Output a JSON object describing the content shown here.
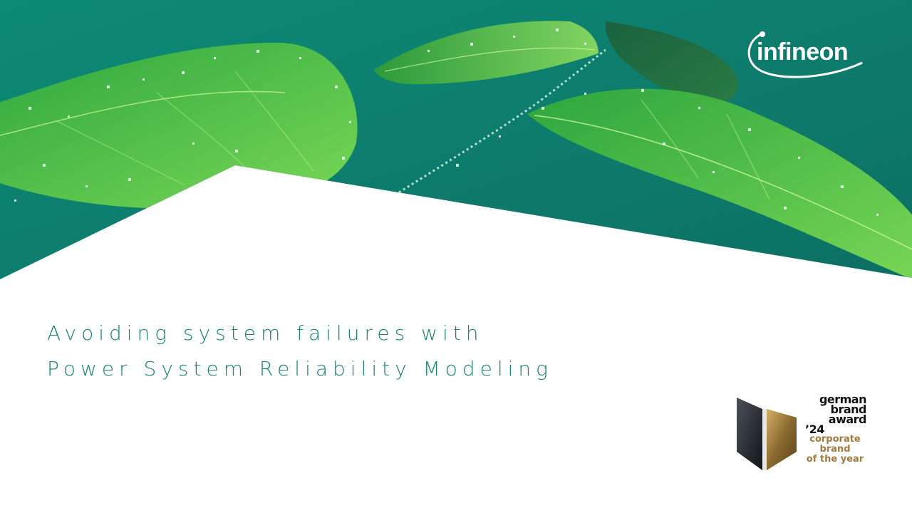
{
  "brand": {
    "logo_text": "infineon"
  },
  "title": {
    "line1": "Avoiding system failures with",
    "line2": "Power System Reliability Modeling"
  },
  "award": {
    "line1": "german",
    "line2": "brand",
    "line3": "award",
    "year": "’24",
    "sub1": "corporate",
    "sub2": "brand",
    "sub3": "of the year"
  },
  "colors": {
    "teal_bg": "#0e7f70",
    "title": "#1a8373",
    "leaf_green": "#3cb84a",
    "award_gold": "#a27a3e"
  }
}
